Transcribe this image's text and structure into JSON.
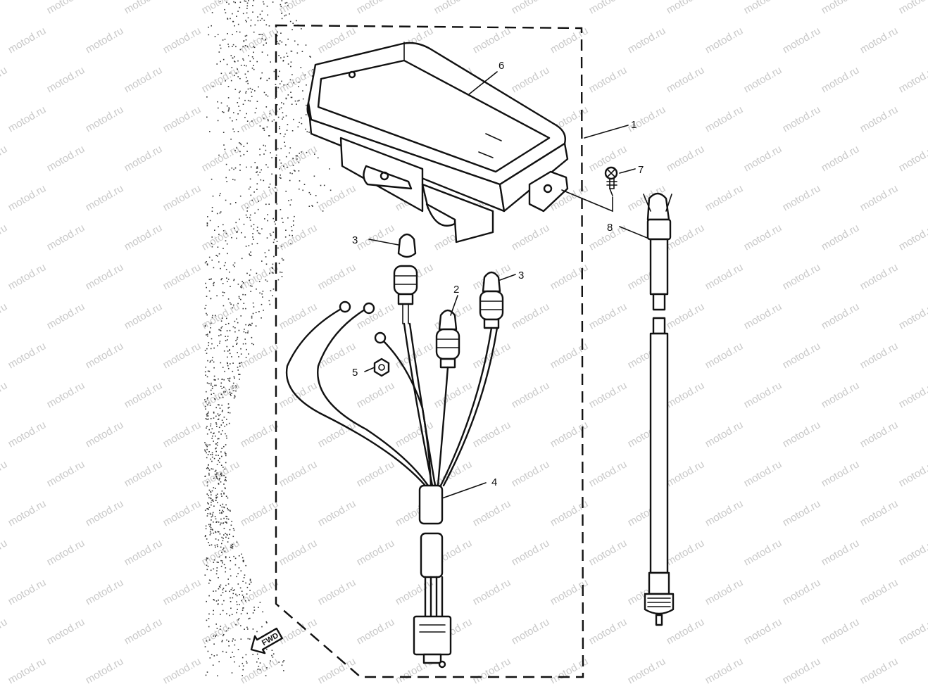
{
  "watermark": "motod.ru",
  "colors": {
    "line": "#111111",
    "watermark": "#c9c9c9",
    "background": "#ffffff"
  },
  "callouts": [
    {
      "id": "c6",
      "text": "6"
    },
    {
      "id": "c1",
      "text": "1"
    },
    {
      "id": "c7",
      "text": "7"
    },
    {
      "id": "c8",
      "text": "8"
    },
    {
      "id": "c3a",
      "text": "3"
    },
    {
      "id": "c3b",
      "text": "3"
    },
    {
      "id": "c2",
      "text": "2"
    },
    {
      "id": "c5",
      "text": "5"
    },
    {
      "id": "c4",
      "text": "4"
    }
  ],
  "fwd_label": "FWD"
}
